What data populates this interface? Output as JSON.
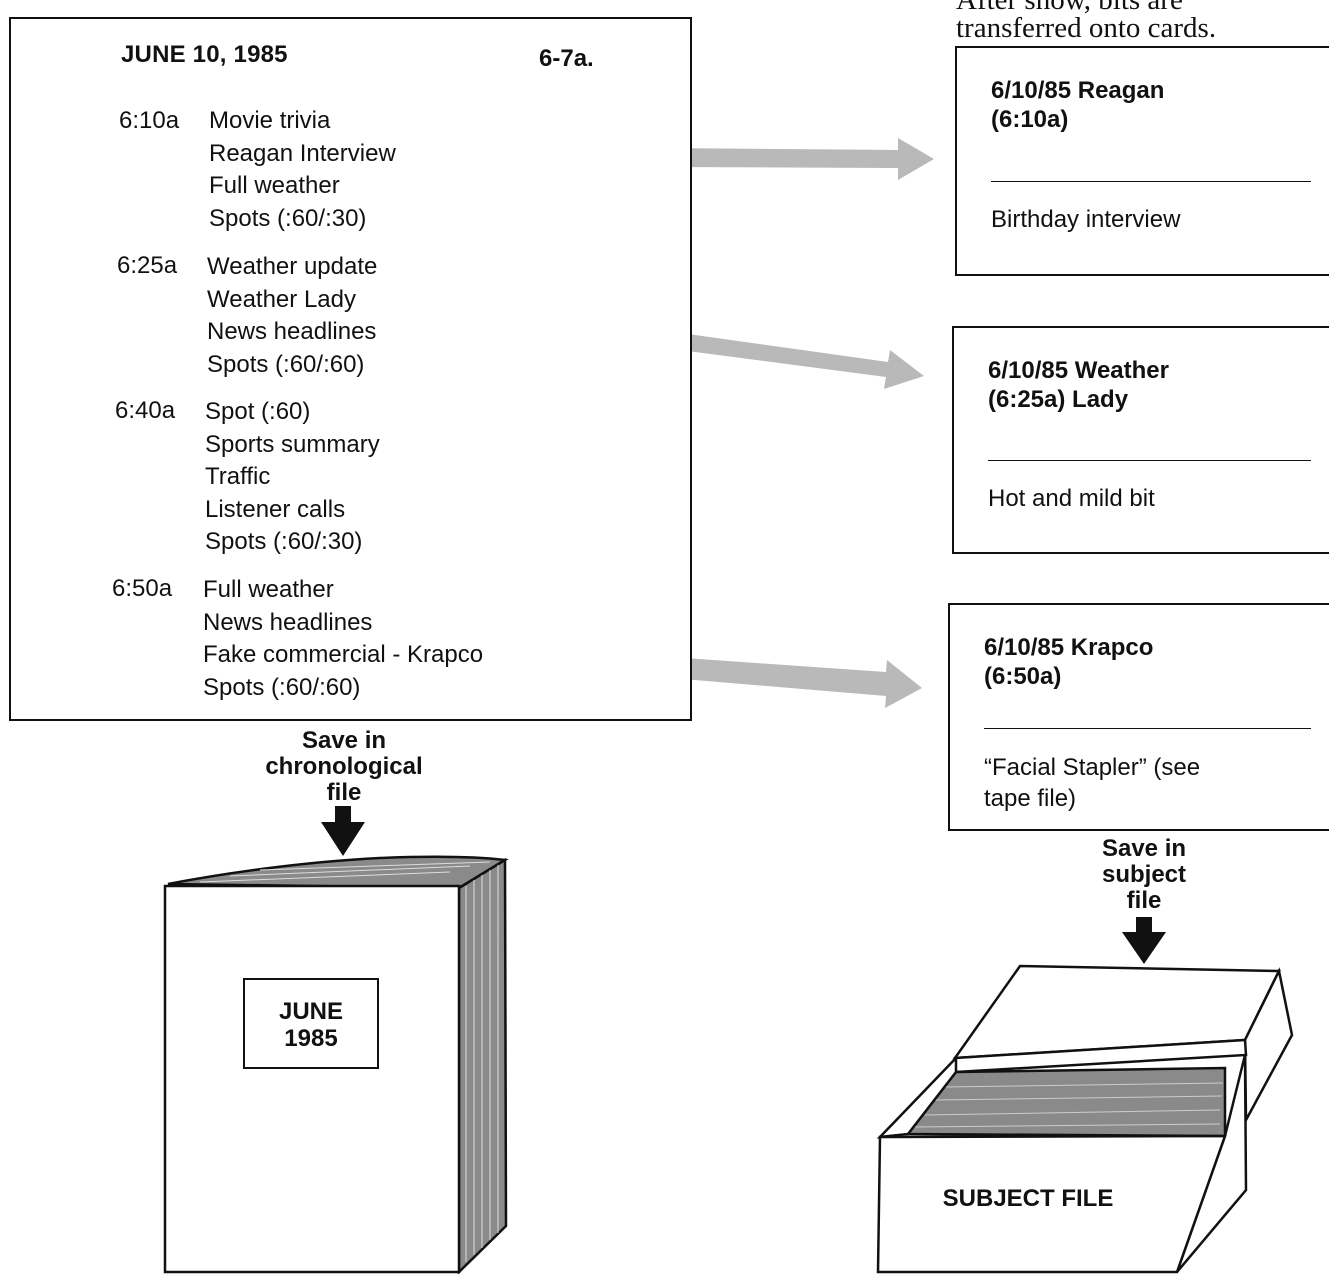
{
  "log": {
    "date": "JUNE 10, 1985",
    "hour": "6-7a.",
    "segments": [
      {
        "time": "6:10a",
        "items": [
          "Movie trivia",
          "Reagan Interview",
          "Full weather",
          "Spots (:60/:30)"
        ]
      },
      {
        "time": "6:25a",
        "items": [
          "Weather update",
          "Weather Lady",
          "News headlines",
          "Spots (:60/:60)"
        ]
      },
      {
        "time": "6:40a",
        "items": [
          "Spot (:60)",
          "Sports summary",
          "Traffic",
          "Listener calls",
          "Spots (:60/:30)"
        ]
      },
      {
        "time": "6:50a",
        "items": [
          "Full weather",
          "News headlines",
          "Fake commercial - Krapco",
          "Spots (:60/:60)"
        ]
      }
    ]
  },
  "note": {
    "line1": "After show, bits are",
    "line2": "transferred onto cards."
  },
  "cards": [
    {
      "title_line1": "6/10/85 Reagan",
      "title_line2": "(6:10a)",
      "desc": "Birthday interview"
    },
    {
      "title_line1": "6/10/85 Weather",
      "title_line2": "(6:25a) Lady",
      "desc": "Hot and mild bit"
    },
    {
      "title_line1": "6/10/85 Krapco",
      "title_line2": "(6:50a)",
      "desc_line1": "“Facial Stapler” (see",
      "desc_line2": "tape file)"
    }
  ],
  "chrono": {
    "caption_line1": "Save in",
    "caption_line2": "chronological",
    "caption_line3": "file",
    "binder_label_line1": "JUNE",
    "binder_label_line2": "1985"
  },
  "subject": {
    "caption_line1": "Save in",
    "caption_line2": "subject",
    "caption_line3": "file",
    "box_label": "SUBJECT FILE"
  },
  "colors": {
    "arrow": "#b9b9b9",
    "ink": "#111111",
    "pages": "#8a8a8a"
  }
}
